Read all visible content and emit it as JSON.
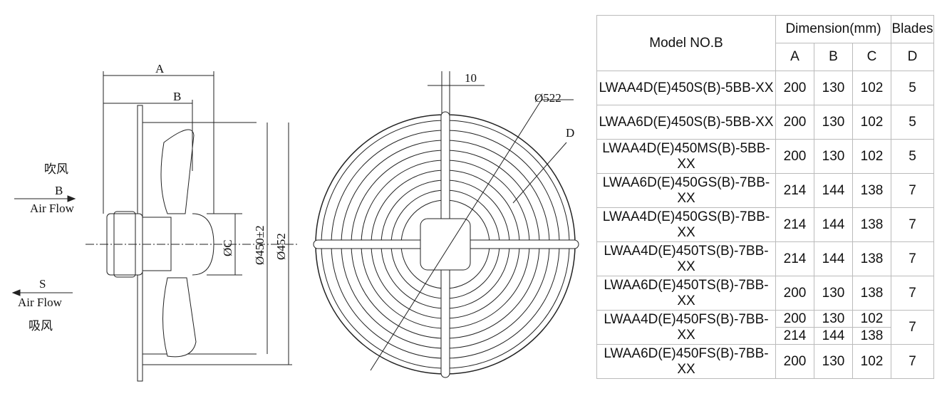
{
  "side_view": {
    "dim_a": "A",
    "dim_b": "B",
    "dim_c": "ØC",
    "dim_450": "Ø450±2",
    "dim_452": "Ø452",
    "blow_cn": "吹风",
    "blow_letter": "B",
    "blow_label": "Air Flow",
    "suck_letter": "S",
    "suck_label": "Air Flow",
    "suck_cn": "吸风"
  },
  "front_view": {
    "dim_10": "10",
    "dim_522": "Ø522",
    "dim_d": "D"
  },
  "table": {
    "header_model": "Model NO.B",
    "header_dimension": "Dimension(mm)",
    "header_blades": "Blades",
    "sub_a": "A",
    "sub_b": "B",
    "sub_c": "C",
    "sub_d": "D",
    "rows": [
      {
        "model": "LWAA4D(E)450S(B)-5BB-XX",
        "a": "200",
        "b": "130",
        "c": "102",
        "d": "5"
      },
      {
        "model": "LWAA6D(E)450S(B)-5BB-XX",
        "a": "200",
        "b": "130",
        "c": "102",
        "d": "5"
      },
      {
        "model": "LWAA4D(E)450MS(B)-5BB-XX",
        "a": "200",
        "b": "130",
        "c": "102",
        "d": "5"
      },
      {
        "model": "LWAA6D(E)450GS(B)-7BB-XX",
        "a": "214",
        "b": "144",
        "c": "138",
        "d": "7"
      },
      {
        "model": "LWAA4D(E)450GS(B)-7BB-XX",
        "a": "214",
        "b": "144",
        "c": "138",
        "d": "7"
      },
      {
        "model": "LWAA4D(E)450TS(B)-7BB-XX",
        "a": "214",
        "b": "144",
        "c": "138",
        "d": "7"
      },
      {
        "model": "LWAA6D(E)450TS(B)-7BB-XX",
        "a": "200",
        "b": "130",
        "c": "138",
        "d": "7"
      },
      {
        "model": "LWAA4D(E)450FS(B)-7BB-XX",
        "a": "200",
        "b": "130",
        "c": "102",
        "a2": "214",
        "b2": "144",
        "c2": "138",
        "d": "7"
      },
      {
        "model": "LWAA6D(E)450FS(B)-7BB-XX",
        "a": "200",
        "b": "130",
        "c": "102",
        "d": "7"
      }
    ]
  }
}
